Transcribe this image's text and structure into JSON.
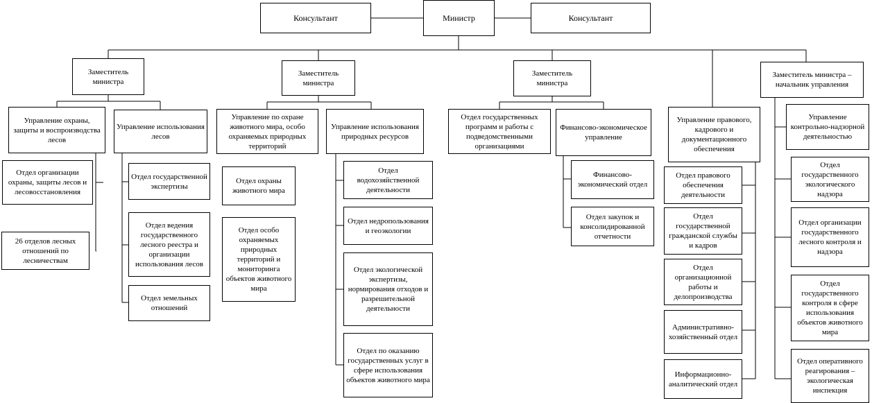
{
  "org": {
    "minister": "Министр",
    "consultant_left": "Консультант",
    "consultant_right": "Консультант",
    "deputy_1": "Заместитель министра",
    "deputy_2": "Заместитель министра",
    "deputy_3": "Заместитель министра",
    "deputy_4": "Заместитель министра – начальник управления",
    "dept_forest_protection": "Управление охраны, защиты и воспроизводства лесов",
    "dept_forest_use": "Управление использования лесов",
    "dept_wildlife": "Управление по охране животного мира, особо охраняемых природных территорий",
    "dept_resources": "Управление использования природных ресурсов",
    "dept_state_programs": "Отдел государственных программ и работы с подведомственными организациями",
    "dept_finance": "Финансово-экономическое управление",
    "dept_legal": "Управление правового, кадрового и документационного обеспечения",
    "dept_control": "Управление контрольно-надзорной деятельностью",
    "sub_forest_org": "Отдел организации охраны, защиты лесов и лесовосстановления",
    "sub_26_depts": "26 отделов лесных отношений по лесничествам",
    "sub_state_expertise": "Отдел государственной экспертизы",
    "sub_forest_registry": "Отдел ведения государственного лесного реестра и организации использования лесов",
    "sub_land": "Отдел земельных отношений",
    "sub_wildlife_protection": "Отдел охраны животного мира",
    "sub_protected_areas": "Отдел особо охраняемых природных территорий и мониторинга объектов животного мира",
    "sub_water": "Отдел водохозяйственной деятельности",
    "sub_subsoil": "Отдел недропользования и геоэкологии",
    "sub_eco_expertise": "Отдел экологической экспертизы, нормирования отходов и разрешительной деятельности",
    "sub_services": "Отдел по оказанию государственных услуг в сфере использования объектов животного мира",
    "sub_fin_econ": "Финансово-экономический отдел",
    "sub_procurement": "Отдел закупок и консолидированной отчетности",
    "sub_legal_support": "Отдел правового обеспечения деятельности",
    "sub_civil_service": "Отдел государственной гражданской службы и кадров",
    "sub_org_work": "Отдел организационной работы и делопроизводства",
    "sub_admin": "Административно-хозяйственный отдел",
    "sub_info": "Информационно-аналитический отдел",
    "sub_eco_supervision": "Отдел государственного экологического надзора",
    "sub_forest_control": "Отдел организации государственного лесного контроля и надзора",
    "sub_wildlife_control": "Отдел государственного контроля в сфере использования объектов животного мира",
    "sub_operative": "Отдел оперативного реагирования – экологическая инспекция"
  }
}
